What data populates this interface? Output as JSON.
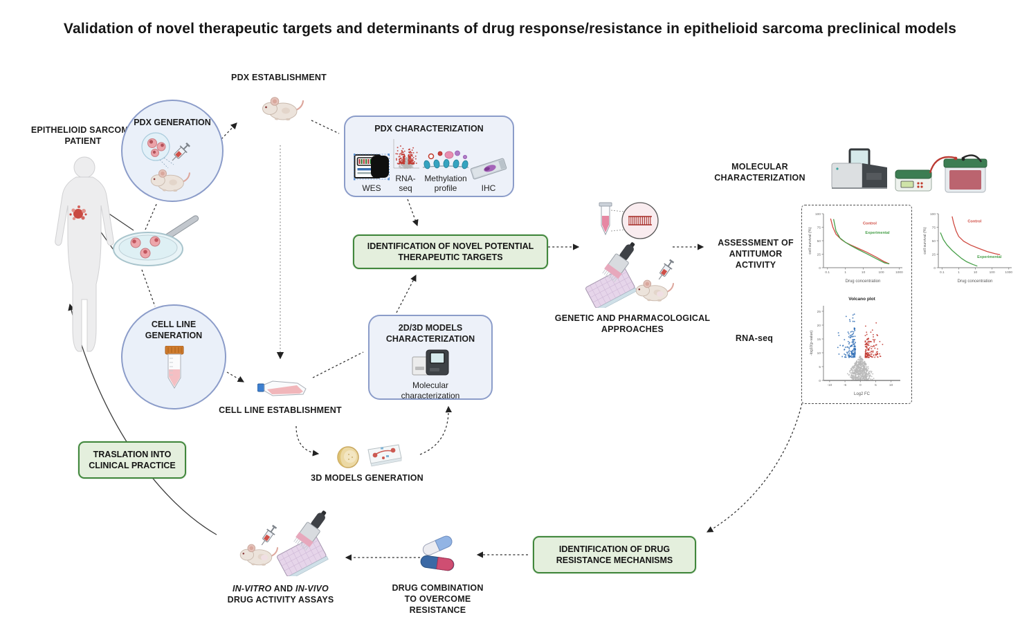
{
  "title": "Validation of novel therapeutic targets and determinants of drug response/resistance in epithelioid sarcoma preclinical models",
  "colors": {
    "green_box_bg": "#e4efdd",
    "green_box_border": "#41873c",
    "blue_box_bg": "#edf1f9",
    "blue_box_border": "#8b9cc9",
    "arrow": "#2e2e2e",
    "control_red": "#cf4a41",
    "experimental_green": "#48a04a",
    "volcano_blue": "#2f6db5",
    "volcano_red": "#c23b33",
    "volcano_gray": "#b8b8b8"
  },
  "nodes": {
    "patient": {
      "label": "EPITHELIOID SARCOMA\nPATIENT"
    },
    "pdx_generation": {
      "label": "PDX GENERATION"
    },
    "pdx_establishment": {
      "label": "PDX ESTABLISHMENT"
    },
    "pdx_characterization": {
      "title": "PDX CHARACTERIZATION",
      "items": [
        {
          "label": "WES",
          "icon": "sequencer-icon"
        },
        {
          "label": "RNA-seq",
          "icon": "volcano-mini-icon"
        },
        {
          "label": "Methylation\nprofile",
          "icon": "methylation-icon"
        },
        {
          "label": "IHC",
          "icon": "ihc-slide-icon"
        }
      ]
    },
    "targets": {
      "label": "IDENTIFICATION OF NOVEL POTENTIAL\nTHERAPEUTIC TARGETS"
    },
    "cell_line_generation": {
      "label": "CELL LINE\nGENERATION"
    },
    "cell_line_establishment": {
      "label": "CELL LINE ESTABLISHMENT"
    },
    "models_characterization": {
      "title": "2D/3D MODELS\nCHARACTERIZATION",
      "subtitle": "Molecular\ncharacterization"
    },
    "models_3d": {
      "label": "3D MODELS GENERATION"
    },
    "traslation": {
      "label": "TRASLATION INTO\nCLINICAL PRACTICE"
    },
    "genetic": {
      "label": "GENETIC AND PHARMACOLOGICAL\nAPPROACHES"
    },
    "molecular_characterization": {
      "label": "MOLECULAR\nCHARACTERIZATION"
    },
    "assessment": {
      "label": "ASSESSMENT OF\nANTITUMOR\nACTIVITY"
    },
    "rna_seq": {
      "label": "RNA-seq"
    },
    "resistance": {
      "label": "IDENTIFICATION OF DRUG\nRESISTANCE MECHANISMS"
    },
    "drug_combination": {
      "label": "DRUG COMBINATION\nTO OVERCOME\nRESISTANCE"
    },
    "assays": {
      "segments": [
        {
          "text": "IN-VITRO",
          "italic": true
        },
        {
          "text": " AND ",
          "italic": false
        },
        {
          "text": "IN-VIVO",
          "italic": true
        },
        {
          "text": "\nDRUG ACTIVITY ASSAYS",
          "italic": false
        }
      ]
    }
  },
  "chart_data": [
    {
      "type": "line",
      "name": "dose-response-left",
      "xlabel": "Drug concentration",
      "ylabel": "cell survival (%)",
      "x_scale": "log",
      "xlim": [
        0.06,
        1500
      ],
      "ylim": [
        0,
        100
      ],
      "x_ticks": [
        0.1,
        1,
        10,
        100,
        1000
      ],
      "y_ticks": [
        0,
        25,
        50,
        75,
        100
      ],
      "series": [
        {
          "name": "Control",
          "color": "#cf4a41",
          "points": [
            [
              0.15,
              91
            ],
            [
              0.2,
              75
            ],
            [
              0.3,
              62
            ],
            [
              0.6,
              52
            ],
            [
              1,
              47
            ],
            [
              2,
              42
            ],
            [
              5,
              36
            ],
            [
              15,
              29
            ],
            [
              50,
              20
            ],
            [
              150,
              11
            ],
            [
              280,
              7
            ]
          ]
        },
        {
          "name": "Experimental",
          "color": "#48a04a",
          "points": [
            [
              0.22,
              90
            ],
            [
              0.3,
              68
            ],
            [
              0.5,
              55
            ],
            [
              1,
              47
            ],
            [
              2,
              41
            ],
            [
              5,
              34
            ],
            [
              15,
              26
            ],
            [
              50,
              17
            ],
            [
              150,
              9
            ],
            [
              280,
              7
            ]
          ]
        }
      ],
      "legend": [
        {
          "label": "Control",
          "color": "#cf4a41",
          "x": 0.5,
          "y": 0.2
        },
        {
          "label": "Experimental",
          "color": "#48a04a",
          "x": 0.53,
          "y": 0.37
        }
      ]
    },
    {
      "type": "line",
      "name": "dose-response-right",
      "xlabel": "Drug concentration",
      "ylabel": "cell survival (%)",
      "x_scale": "log",
      "xlim": [
        0.06,
        1500
      ],
      "ylim": [
        0,
        100
      ],
      "x_ticks": [
        0.1,
        1,
        10,
        100,
        1000
      ],
      "y_ticks": [
        0,
        25,
        50,
        75,
        100
      ],
      "series": [
        {
          "name": "Control",
          "color": "#cf4a41",
          "points": [
            [
              0.4,
              95
            ],
            [
              0.5,
              82
            ],
            [
              0.7,
              68
            ],
            [
              1,
              58
            ],
            [
              2,
              49
            ],
            [
              5,
              42
            ],
            [
              15,
              36
            ],
            [
              50,
              30
            ],
            [
              150,
              26
            ],
            [
              300,
              24
            ]
          ]
        },
        {
          "name": "Experimental",
          "color": "#48a04a",
          "points": [
            [
              0.08,
              65
            ],
            [
              0.12,
              52
            ],
            [
              0.2,
              42
            ],
            [
              0.4,
              32
            ],
            [
              0.8,
              24
            ],
            [
              1.5,
              17
            ],
            [
              3,
              11
            ],
            [
              7,
              6
            ],
            [
              13,
              3
            ]
          ]
        }
      ],
      "legend": [
        {
          "label": "Control",
          "color": "#cf4a41",
          "x": 0.4,
          "y": 0.16
        },
        {
          "label": "Experimental",
          "color": "#48a04a",
          "x": 0.53,
          "y": 0.82
        }
      ]
    },
    {
      "type": "scatter",
      "name": "volcano-plot",
      "title": "Volcano plot",
      "xlabel": "Log2 FC",
      "ylabel": "-log10(p-value)",
      "xlim": [
        -12,
        13
      ],
      "ylim": [
        0,
        27
      ],
      "x_ticks": [
        -10,
        -5,
        0,
        5,
        10
      ],
      "y_ticks": [
        0,
        5,
        10,
        15,
        20,
        25
      ],
      "seed": 11,
      "clusters": [
        {
          "name": "non-significant",
          "color": "#b8b8b8",
          "n": 520
        },
        {
          "name": "downregulated",
          "color": "#2f6db5",
          "n": 140
        },
        {
          "name": "upregulated",
          "color": "#c23b33",
          "n": 140
        }
      ]
    },
    {
      "type": "scatter",
      "name": "rna-seq-icon-volcano",
      "title": "",
      "xlabel": "",
      "ylabel": "",
      "mini": true,
      "xlim": [
        -6,
        6
      ],
      "ylim": [
        0,
        24
      ],
      "x_ticks": [],
      "y_ticks": [],
      "seed": 5,
      "clusters": [
        {
          "name": "non-significant",
          "color": "#b8b8b8",
          "n": 260
        },
        {
          "name": "significant",
          "color": "#c23b33",
          "n": 210
        }
      ]
    }
  ]
}
